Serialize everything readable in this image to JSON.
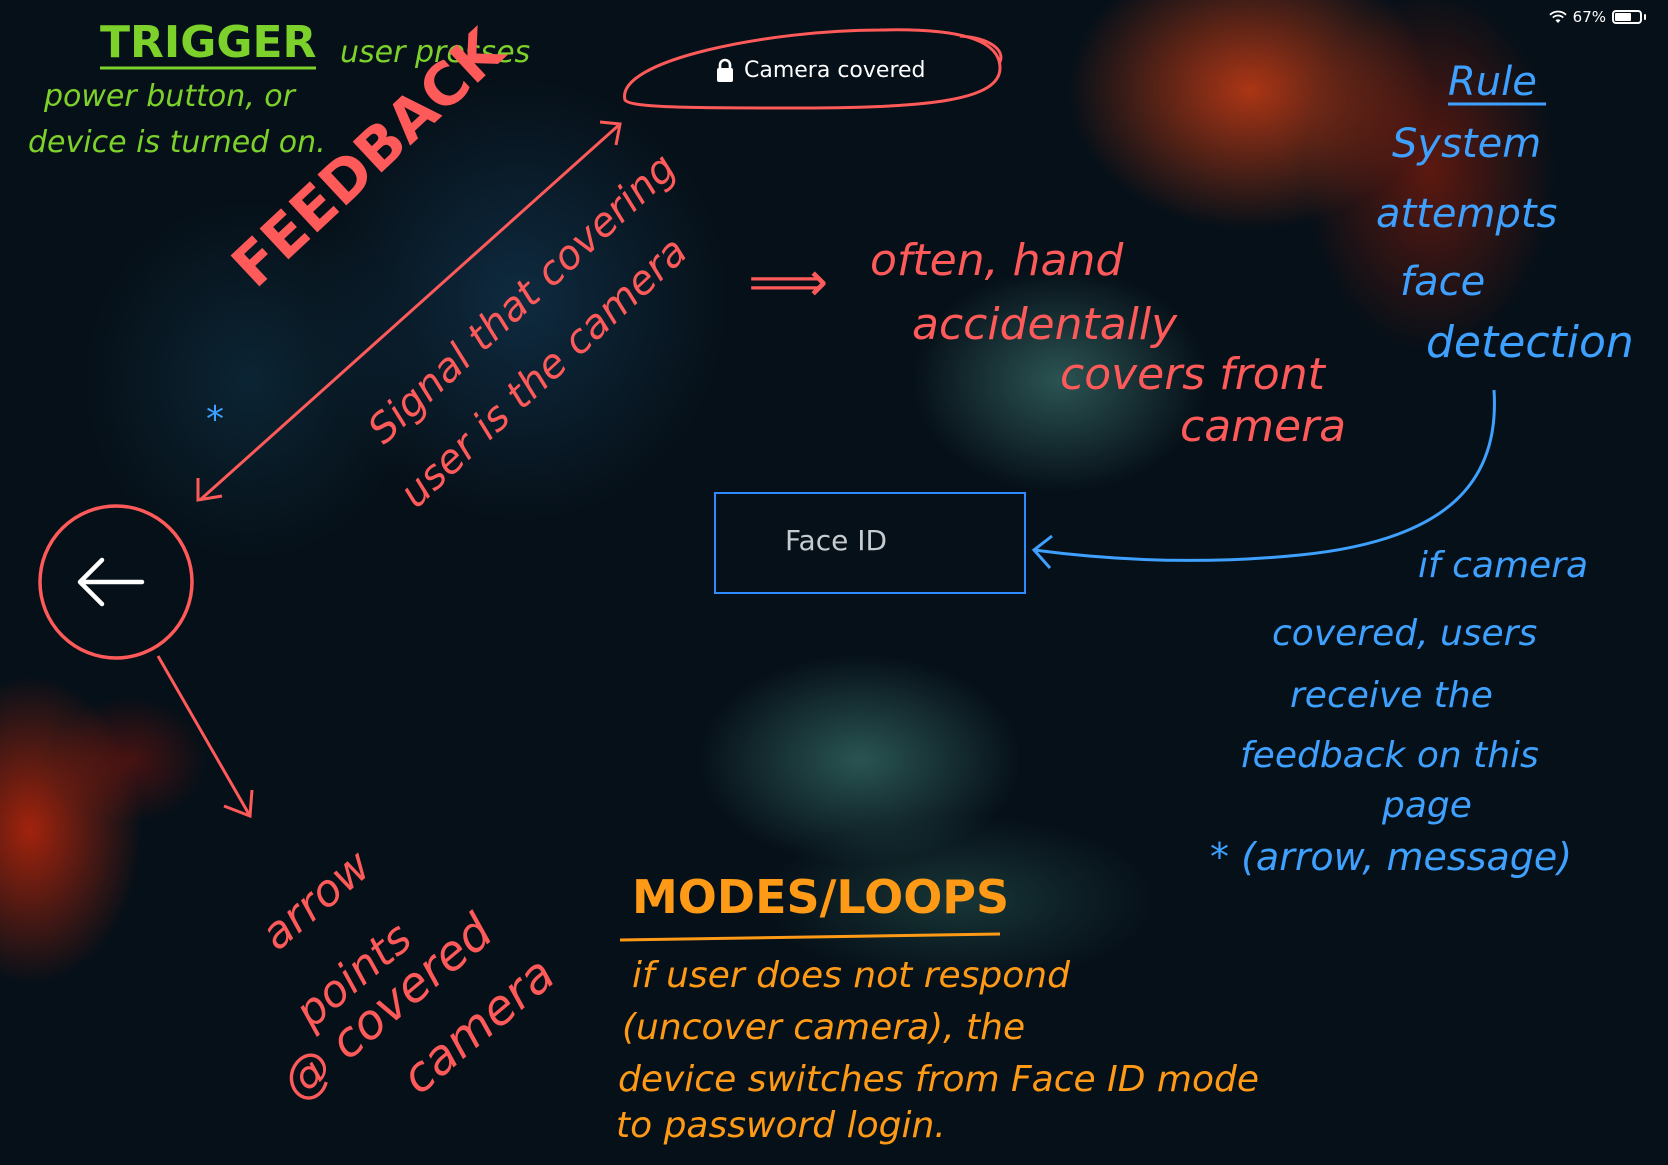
{
  "status_bar": {
    "battery": "67%",
    "battery_level": 0.67
  },
  "camera_pill": {
    "label": "Camera covered",
    "icon": "lock-icon"
  },
  "face_id": {
    "label": "Face ID"
  },
  "back_button": {
    "icon": "arrow-left-icon"
  },
  "annotations": {
    "trigger": {
      "title": "TRIGGER",
      "text1": "user presses",
      "text2": "power button, or",
      "text3": "device is turned on."
    },
    "feedback": {
      "title": "FEEDBACK",
      "star": "*",
      "line1": "Signal that covering",
      "line2": "user is the camera"
    },
    "often": {
      "arrow": "⟹",
      "line1": "often, hand",
      "line2": "accidentally",
      "line3": "covers front",
      "line4": "camera"
    },
    "rule": {
      "title": "Rule",
      "line1": "System",
      "line2": "attempts",
      "line3": "face",
      "line4": "detection"
    },
    "if_camera": {
      "line1": "if camera",
      "line2": "covered, users",
      "line3": "receive the",
      "line4": "feedback on this",
      "line5": "page",
      "line6": "* (arrow, message)"
    },
    "arrow_points": {
      "line1": "arrow",
      "line2": "points",
      "line3": "@ covered",
      "line4": "camera"
    },
    "modes": {
      "title": "MODES/LOOPS",
      "line1": "if user does not respond",
      "line2": "(uncover camera), the",
      "line3": "device switches from Face ID mode",
      "line4": "to password login."
    }
  },
  "colors": {
    "green": "#7cd12b",
    "red": "#ff5a5a",
    "blue": "#3ea0ff",
    "orange": "#ff9a16"
  }
}
